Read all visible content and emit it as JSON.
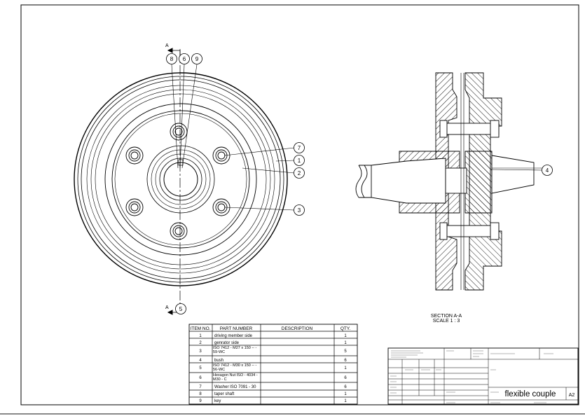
{
  "drawing": {
    "section_marker": "A",
    "section_title": "SECTION A-A",
    "section_scale": "SCALE 1 : 3",
    "balloons": [
      "8",
      "6",
      "9",
      "7",
      "1",
      "2",
      "3",
      "5",
      "4"
    ]
  },
  "bom": {
    "headers": [
      "ITEM NO.",
      "PART NUMBER",
      "DESCRIPTION",
      "QTY."
    ],
    "rows": [
      {
        "item": "1",
        "part": "driving member side",
        "desc": "",
        "qty": "1"
      },
      {
        "item": "2",
        "part": "genrator side",
        "desc": "",
        "qty": "1"
      },
      {
        "item": "3",
        "part": "ISO 7412 - M27 x 150 -- - 59-WC",
        "desc": "",
        "qty": "5"
      },
      {
        "item": "4",
        "part": "bush",
        "desc": "",
        "qty": "6"
      },
      {
        "item": "5",
        "part": "ISO 7412 - M30 x 150 -- - 56-WC",
        "desc": "",
        "qty": "1"
      },
      {
        "item": "6",
        "part": "Hexagon Nut ISO - 4034 - M30 - C",
        "desc": "",
        "qty": "6"
      },
      {
        "item": "7",
        "part": "Washer ISO 7091 - 30",
        "desc": "",
        "qty": "6"
      },
      {
        "item": "8",
        "part": "taper shaft",
        "desc": "",
        "qty": "1"
      },
      {
        "item": "9",
        "part": "key",
        "desc": "",
        "qty": "1"
      }
    ]
  },
  "title_block": {
    "title": "flexible couple",
    "size": "A2"
  }
}
